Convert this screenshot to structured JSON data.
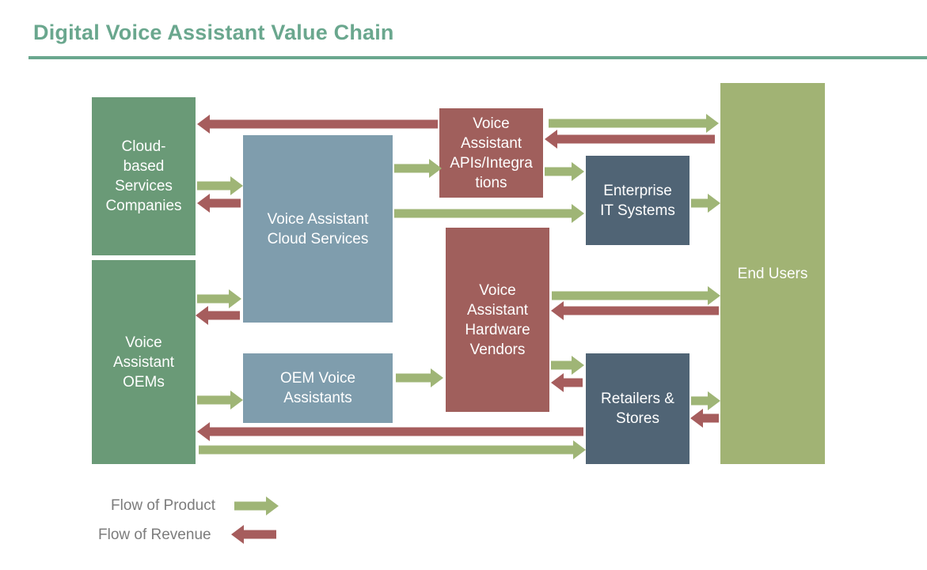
{
  "title": "Digital Voice Assistant Value Chain",
  "colors": {
    "title": "#6aa78e",
    "product_flow": "#9fb576",
    "revenue_flow": "#a65d5d"
  },
  "nodes": {
    "cloud_companies": "Cloud-\nbased\nServices\nCompanies",
    "oems": "Voice\nAssistant\nOEMs",
    "cloud_services": "Voice Assistant\nCloud Services",
    "oem_assistants": "OEM Voice\nAssistants",
    "apis": "Voice\nAssistant\nAPIs/Integra\ntions",
    "hardware": "Voice\nAssistant\nHardware\nVendors",
    "enterprise": "Enterprise\nIT Systems",
    "retailers": "Retailers &\nStores",
    "end_users": "End Users"
  },
  "legend": {
    "product": "Flow of Product",
    "revenue": "Flow of  Revenue"
  }
}
